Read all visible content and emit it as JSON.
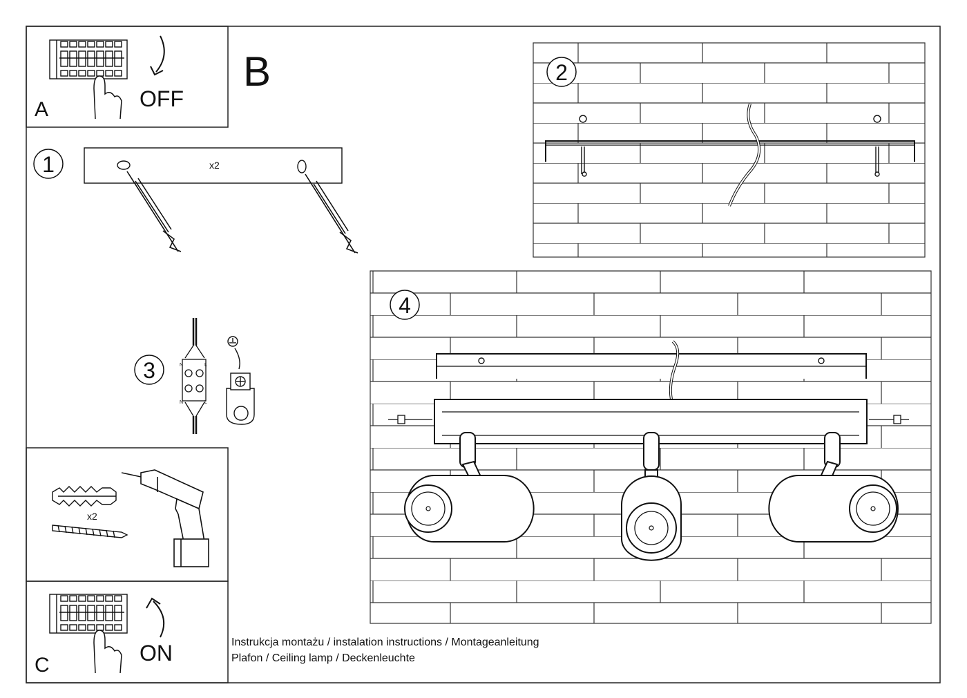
{
  "panel_a": {
    "letter": "A",
    "state": "OFF"
  },
  "panel_b": {
    "letter": "B"
  },
  "panel_c": {
    "letter": "C",
    "state": "ON",
    "quantity": "x2"
  },
  "step1": {
    "number": "1",
    "quantity": "x2"
  },
  "step2": {
    "number": "2"
  },
  "step3": {
    "number": "3",
    "terminal_n": "N",
    "terminal_l": "L"
  },
  "step4": {
    "number": "4"
  },
  "footer": {
    "line1": "Instrukcja montażu / instalation instructions / Montageanleitung",
    "line2": "Plafon / Ceiling lamp / Deckenleuchte"
  }
}
